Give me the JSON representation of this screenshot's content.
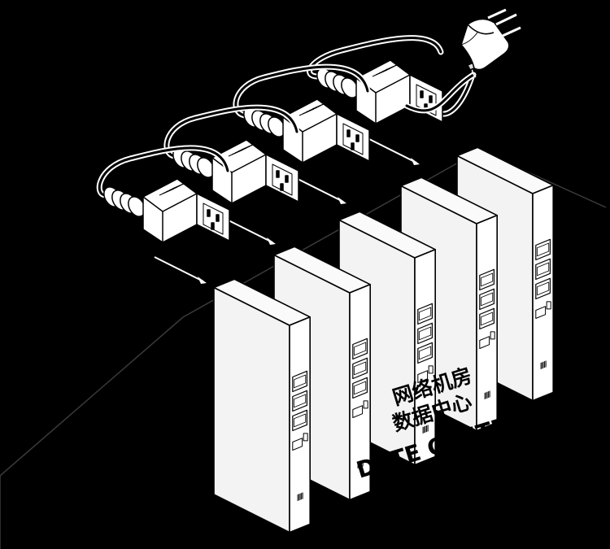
{
  "colors": {
    "background": "#000000",
    "line": "#000000",
    "fill": "#ffffff",
    "shade": "#efefef"
  },
  "labels": {
    "line1": "网络机房",
    "line2": "数据中心",
    "line3": "DATE CENTER"
  },
  "icons": [
    "power-plug-icon",
    "power-cord-connector-icon",
    "arrow-icon",
    "server-tower-icon"
  ]
}
